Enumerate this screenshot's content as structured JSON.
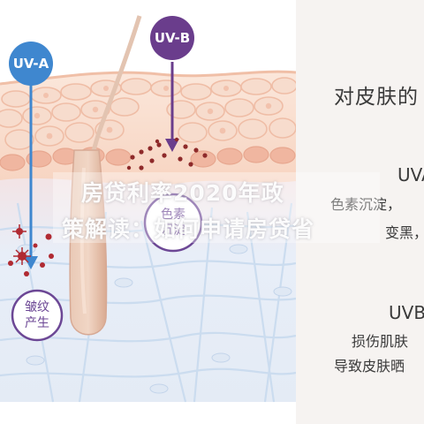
{
  "uv_a_label": "UV-A",
  "uv_b_label": "UV-B",
  "wrinkle_label_l1": "皱纹",
  "wrinkle_label_l2": "产生",
  "pigment_label_l1": "色素",
  "pigment_label_l2": "沉淀",
  "panel": {
    "title": "对皮肤的",
    "uva_heading": "UVA",
    "uva_line1": "色素沉淀，",
    "uva_line2": "变黑，皮",
    "uvb_heading": "UVB",
    "uvb_line1": "损伤肌肤",
    "uvb_line2": "导致皮肤晒"
  },
  "watermark": {
    "line1": "房贷利率2020年政",
    "line2": "策解读：如何申请房贷省"
  },
  "colors": {
    "uva": "#3f87cf",
    "uvb": "#6a3d8c",
    "skin_top": "#f9d9c6",
    "skin_cells": "#f4c4b1",
    "dermis": "#e9eef7",
    "fibers": "#cfdff0",
    "hair": "#e5c0a8",
    "panel_bg": "#f6f3f1",
    "label_circle": "#6c4795",
    "damage": "#b02a32"
  },
  "icons": [
    "uva-arrow-icon",
    "uvb-arrow-icon",
    "damage-burst-icon",
    "pigment-dot-icon"
  ]
}
